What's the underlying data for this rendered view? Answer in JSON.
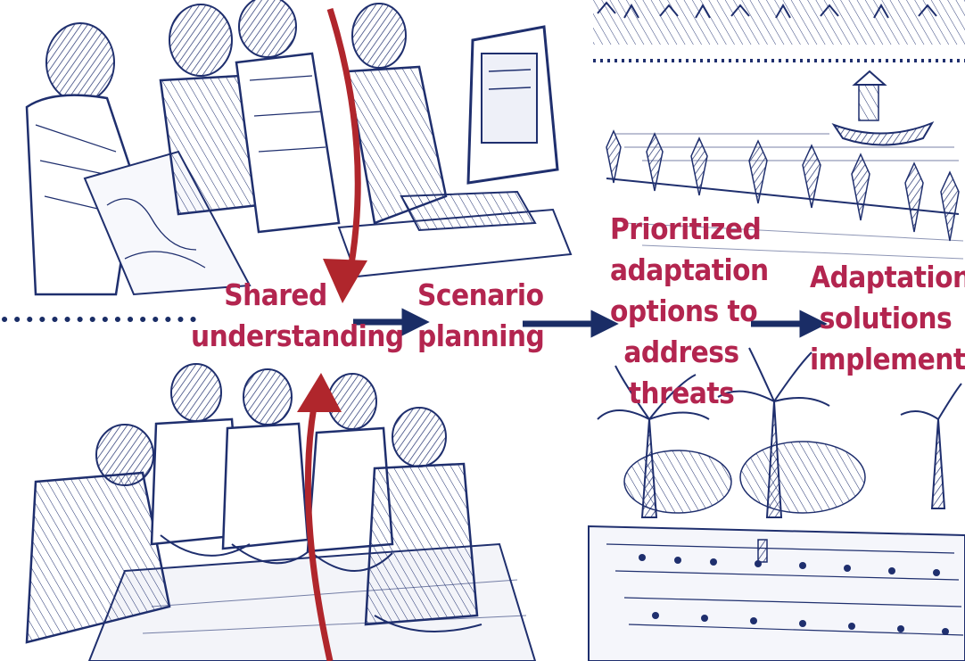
{
  "colors": {
    "ink": "#1f2f6e",
    "label": "#b3254f",
    "curved_arrow": "#b0262c",
    "flow_arrow": "#1a2d66"
  },
  "steps": [
    {
      "lines": [
        "Shared",
        "understanding"
      ]
    },
    {
      "lines": [
        "Scenario",
        "planning"
      ]
    },
    {
      "lines": [
        "Prioritized",
        "adaptation",
        "options to",
        "address",
        "threats"
      ]
    },
    {
      "lines": [
        "Adaptation",
        "solutions",
        "implemented"
      ]
    }
  ],
  "illustrations": [
    "team-with-map-and-computer",
    "farmers-seated-group",
    "rice-paddy-with-boat",
    "palm-trees-and-farm-field"
  ]
}
